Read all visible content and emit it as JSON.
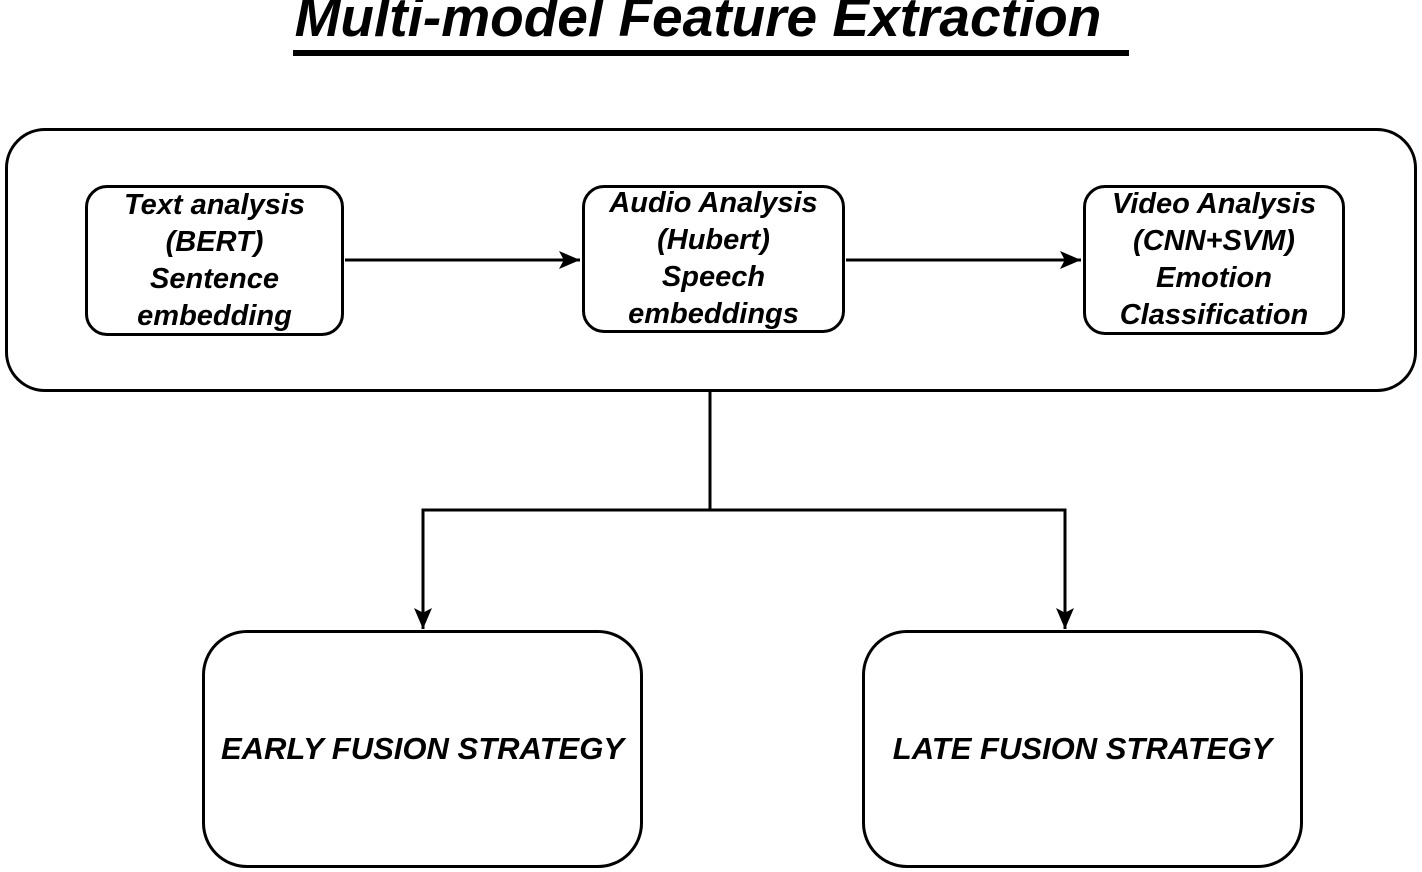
{
  "title": "Multi-model Feature Extraction",
  "colors": {
    "line": "#000000",
    "background": "#ffffff",
    "text": "#000000"
  },
  "pipeline": {
    "boxes": [
      {
        "id": "text-analysis",
        "lines": [
          "Text analysis",
          "(BERT)",
          "Sentence",
          "embedding"
        ]
      },
      {
        "id": "audio-analysis",
        "lines": [
          "Audio Analysis",
          "(Hubert)",
          "Speech",
          "embeddings"
        ]
      },
      {
        "id": "video-analysis",
        "lines": [
          "Video Analysis",
          "(CNN+SVM)",
          "Emotion",
          "Classification"
        ]
      }
    ],
    "arrows": [
      {
        "from": "text-analysis",
        "to": "audio-analysis"
      },
      {
        "from": "audio-analysis",
        "to": "video-analysis"
      },
      {
        "from": "feature-extraction-container",
        "to": "early-fusion"
      },
      {
        "from": "feature-extraction-container",
        "to": "late-fusion"
      }
    ]
  },
  "strategies": [
    {
      "id": "early-fusion",
      "label": "EARLY FUSION STRATEGY"
    },
    {
      "id": "late-fusion",
      "label": "LATE FUSION STRATEGY"
    }
  ]
}
